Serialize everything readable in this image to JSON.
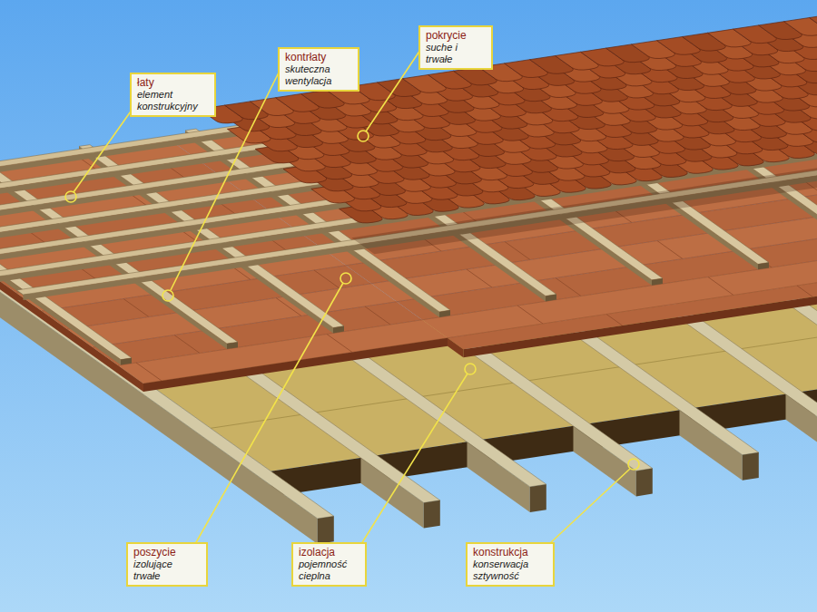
{
  "diagram": {
    "nodes": [
      {
        "text": [
          "łaty",
          "element konstrukcyjny"
        ]
      },
      {
        "text": [
          "kontrłaty",
          "skuteczna wentylacja"
        ]
      },
      {
        "text": [
          "pokrycie",
          "suche i trwałe"
        ]
      },
      {
        "text": [
          "poszycie",
          "izolujące trwałe"
        ]
      },
      {
        "text": [
          "izolacja",
          "pojemność cieplna"
        ]
      },
      {
        "text": [
          "konstrukcja",
          "konserwacja sztywność"
        ]
      }
    ]
  }
}
